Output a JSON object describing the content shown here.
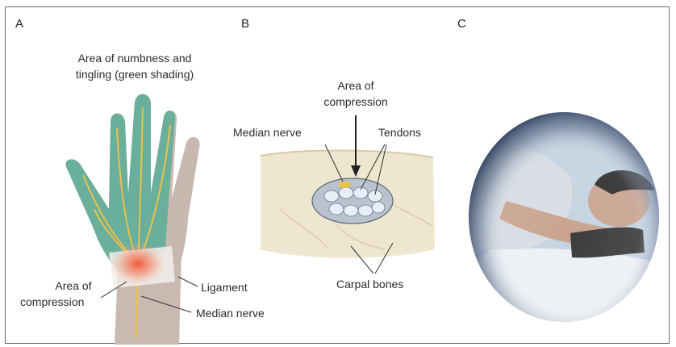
{
  "panels": {
    "a": {
      "letter": "A",
      "title_line1": "Area of numbness and",
      "title_line2": "tingling (green shading)",
      "compression_line1": "Area of",
      "compression_line2": "compression",
      "ligament": "Ligament",
      "median_nerve": "Median nerve"
    },
    "b": {
      "letter": "B",
      "compression_line1": "Area of",
      "compression_line2": "compression",
      "median_nerve": "Median nerve",
      "tendons": "Tendons",
      "carpal_bones": "Carpal bones"
    },
    "c": {
      "letter": "C"
    }
  },
  "colors": {
    "numb_area": "#5fae9a",
    "skin": "#c9b9b0",
    "nerve": "#e9c24a",
    "inflammation": "#f36b4a",
    "bone": "#efe6cf",
    "tendon": "#c9d7e6",
    "vignette": "#1f3150",
    "wrist_brace": "#3b3b3b"
  }
}
